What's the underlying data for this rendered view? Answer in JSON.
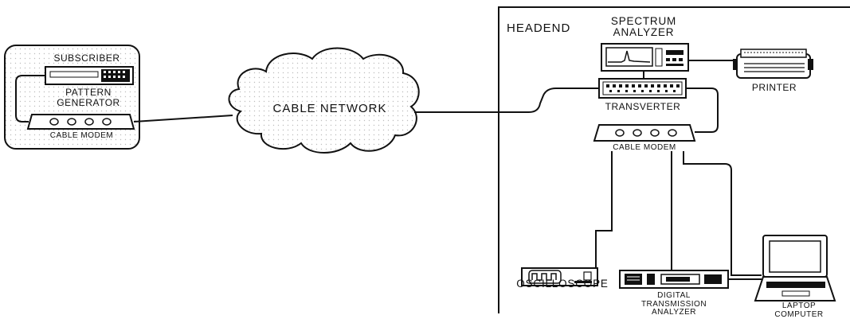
{
  "diagram": {
    "subscriber": {
      "title": "SUBSCRIBER",
      "pattern_generator": "PATTERN\nGENERATOR",
      "cable_modem": "CABLE MODEM"
    },
    "network": {
      "cloud_label": "CABLE NETWORK"
    },
    "headend": {
      "title": "HEADEND",
      "spectrum_analyzer": "SPECTRUM\nANALYZER",
      "printer": "PRINTER",
      "transverter": "TRANSVERTER",
      "cable_modem": "CABLE MODEM",
      "oscilloscope": "OSCILLOSCOPE",
      "digital_transmission_analyzer": "DIGITAL\nTRANSMISSION\nANALYZER",
      "laptop_computer": "LAPTOP\nCOMPUTER"
    },
    "colors": {
      "line": "#111111",
      "cloud_dots": "#bdbdbd",
      "background": "#ffffff"
    }
  }
}
